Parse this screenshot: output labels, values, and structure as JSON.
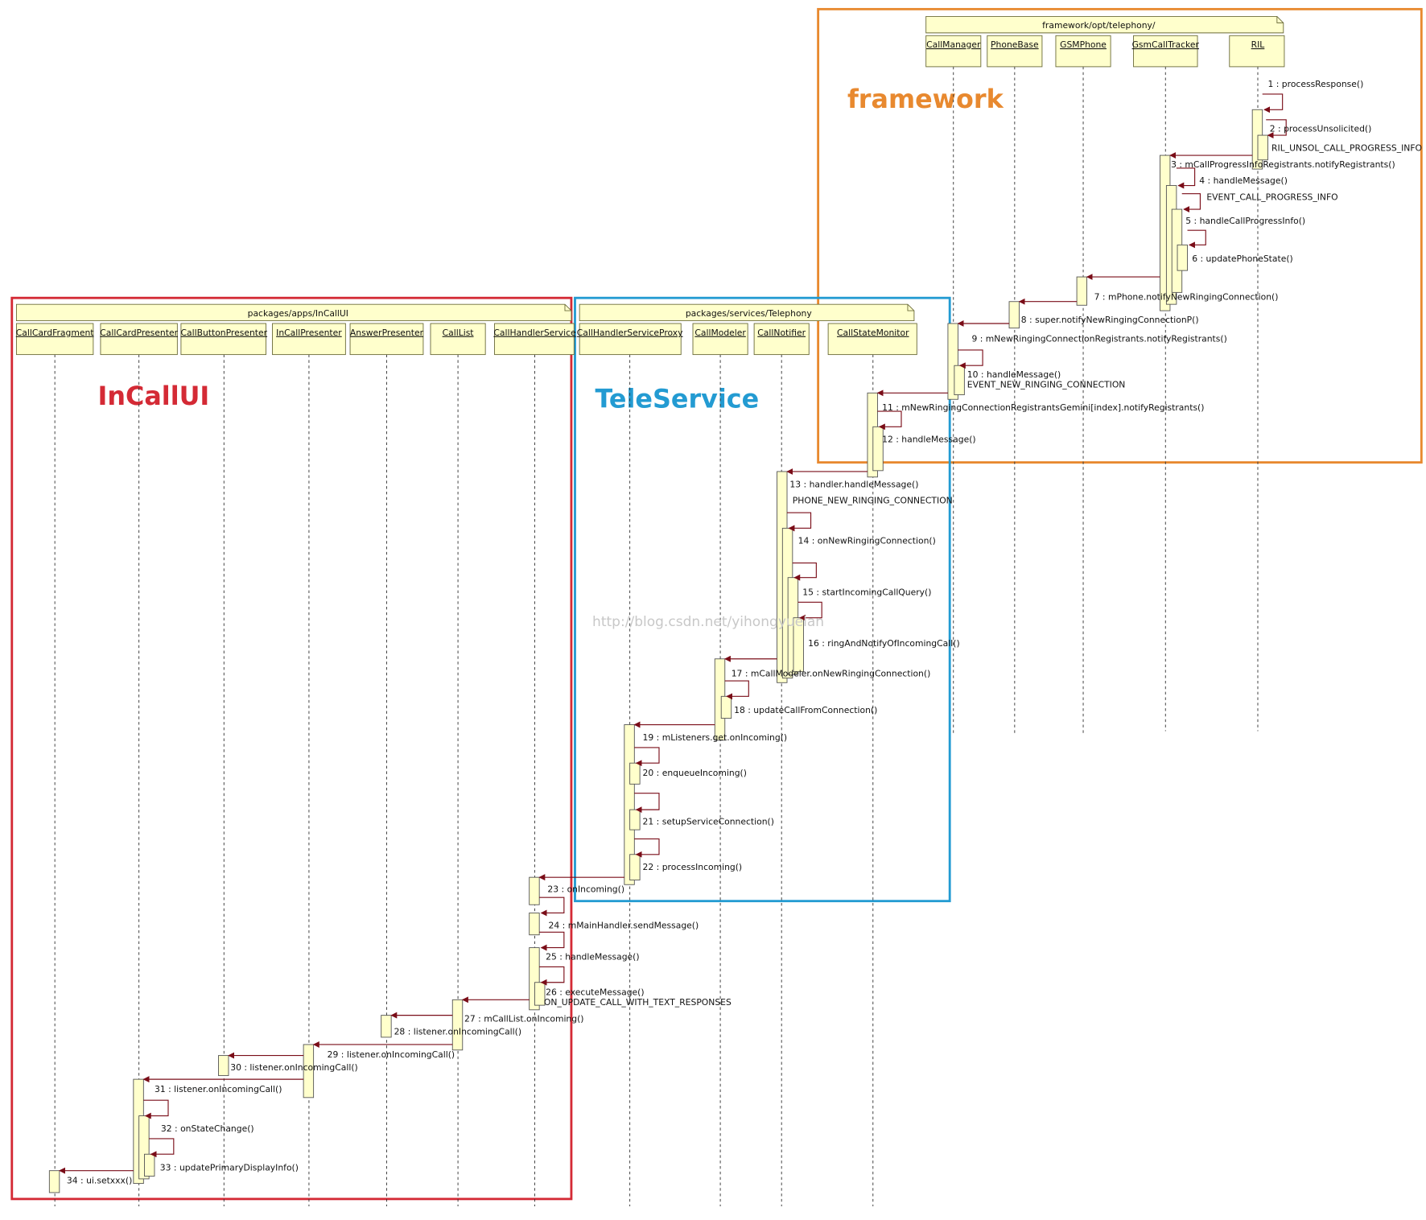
{
  "groups": [
    {
      "id": "framework",
      "title": "framework",
      "package": "framework/opt/telephony/",
      "color": "#E8892F"
    },
    {
      "id": "incallui",
      "title": "InCallUI",
      "package": "packages/apps/InCallUI",
      "color": "#D42A35"
    },
    {
      "id": "teleservice",
      "title": "TeleService",
      "package": "packages/services/Telephony",
      "color": "#239BD2"
    }
  ],
  "lifelines": [
    {
      "id": "callmanager",
      "name": "CallManager",
      "group": "framework"
    },
    {
      "id": "phonebase",
      "name": "PhoneBase",
      "group": "framework"
    },
    {
      "id": "gsmphone",
      "name": "GSMPhone",
      "group": "framework"
    },
    {
      "id": "gsmcalltracker",
      "name": "GsmCallTracker",
      "group": "framework"
    },
    {
      "id": "ril",
      "name": "RIL",
      "group": "framework"
    },
    {
      "id": "callcardfragment",
      "name": "CallCardFragment",
      "group": "incallui"
    },
    {
      "id": "callcardpresenter",
      "name": "CallCardPresenter",
      "group": "incallui"
    },
    {
      "id": "callbuttonpresenter",
      "name": "CallButtonPresenter",
      "group": "incallui"
    },
    {
      "id": "incallpresenter",
      "name": "InCallPresenter",
      "group": "incallui"
    },
    {
      "id": "answerpresenter",
      "name": "AnswerPresenter",
      "group": "incallui"
    },
    {
      "id": "calllist",
      "name": "CallList",
      "group": "incallui"
    },
    {
      "id": "callhandlerservice",
      "name": "CallHandlerService",
      "group": "incallui"
    },
    {
      "id": "callhandlerserviceproxy",
      "name": "CallHandlerServiceProxy",
      "group": "teleservice"
    },
    {
      "id": "callmodeler",
      "name": "CallModeler",
      "group": "teleservice"
    },
    {
      "id": "callnotifier",
      "name": "CallNotifier",
      "group": "teleservice"
    },
    {
      "id": "callstatemonitor",
      "name": "CallStateMonitor",
      "group": "teleservice"
    }
  ],
  "messages": [
    {
      "n": "1",
      "label": "1 : processResponse()",
      "from": "ril",
      "to": "ril"
    },
    {
      "n": "2",
      "label": "2 : processUnsolicited()",
      "note": "RIL_UNSOL_CALL_PROGRESS_INFO",
      "from": "ril",
      "to": "ril"
    },
    {
      "n": "3",
      "label": "3 : mCallProgressInfoRegistrants.notifyRegistrants()",
      "from": "ril",
      "to": "gsmcalltracker"
    },
    {
      "n": "4",
      "label": "4 : handleMessage()",
      "note": "EVENT_CALL_PROGRESS_INFO",
      "from": "gsmcalltracker",
      "to": "gsmcalltracker"
    },
    {
      "n": "5",
      "label": "5 : handleCallProgressInfo()",
      "from": "gsmcalltracker",
      "to": "gsmcalltracker"
    },
    {
      "n": "6",
      "label": "6 : updatePhoneState()",
      "from": "gsmcalltracker",
      "to": "gsmcalltracker"
    },
    {
      "n": "7",
      "label": "7 : mPhone.notifyNewRingingConnection()",
      "from": "gsmcalltracker",
      "to": "gsmphone"
    },
    {
      "n": "8",
      "label": "8 : super.notifyNewRingingConnectionP()",
      "from": "gsmphone",
      "to": "phonebase"
    },
    {
      "n": "9",
      "label": "9 : mNewRingingConnectionRegistrants.notifyRegistrants()",
      "from": "phonebase",
      "to": "callmanager"
    },
    {
      "n": "10",
      "label": "10 : handleMessage()",
      "note": "EVENT_NEW_RINGING_CONNECTION",
      "from": "callmanager",
      "to": "callmanager"
    },
    {
      "n": "11",
      "label": "11 : mNewRingingConnectionRegistrantsGemini[index].notifyRegistrants()",
      "from": "callmanager",
      "to": "callstatemonitor"
    },
    {
      "n": "12",
      "label": "12 : handleMessage()",
      "from": "callstatemonitor",
      "to": "callstatemonitor"
    },
    {
      "n": "13",
      "label": "13 : handler.handleMessage()",
      "note": "PHONE_NEW_RINGING_CONNECTION",
      "from": "callstatemonitor",
      "to": "callnotifier"
    },
    {
      "n": "14",
      "label": "14 : onNewRingingConnection()",
      "from": "callnotifier",
      "to": "callnotifier"
    },
    {
      "n": "15",
      "label": "15 : startIncomingCallQuery()",
      "from": "callnotifier",
      "to": "callnotifier"
    },
    {
      "n": "16",
      "label": "16 : ringAndNotifyOfIncomingCall()",
      "from": "callnotifier",
      "to": "callnotifier"
    },
    {
      "n": "17",
      "label": "17 : mCallModeler.onNewRingingConnection()",
      "from": "callnotifier",
      "to": "callmodeler"
    },
    {
      "n": "18",
      "label": "18 : updateCallFromConnection()",
      "from": "callmodeler",
      "to": "callmodeler"
    },
    {
      "n": "19",
      "label": "19 : mListeners.get.onIncoming()",
      "from": "callmodeler",
      "to": "callhandlerserviceproxy"
    },
    {
      "n": "20",
      "label": "20 : enqueueIncoming()",
      "from": "callhandlerserviceproxy",
      "to": "callhandlerserviceproxy"
    },
    {
      "n": "21",
      "label": "21 : setupServiceConnection()",
      "from": "callhandlerserviceproxy",
      "to": "callhandlerserviceproxy"
    },
    {
      "n": "22",
      "label": "22 : processIncoming()",
      "from": "callhandlerserviceproxy",
      "to": "callhandlerserviceproxy"
    },
    {
      "n": "23",
      "label": "23 : onIncoming()",
      "from": "callhandlerserviceproxy",
      "to": "callhandlerservice"
    },
    {
      "n": "24",
      "label": "24 : mMainHandler.sendMessage()",
      "from": "callhandlerservice",
      "to": "callhandlerservice"
    },
    {
      "n": "25",
      "label": "25 : handleMessage()",
      "from": "callhandlerservice",
      "to": "callhandlerservice"
    },
    {
      "n": "26",
      "label": "26 : executeMessage()",
      "note": "ON_UPDATE_CALL_WITH_TEXT_RESPONSES",
      "from": "callhandlerservice",
      "to": "callhandlerservice"
    },
    {
      "n": "27",
      "label": "27 : mCallList.onIncoming()",
      "from": "callhandlerservice",
      "to": "calllist"
    },
    {
      "n": "28",
      "label": "28 : listener.onIncomingCall()",
      "from": "calllist",
      "to": "answerpresenter"
    },
    {
      "n": "29",
      "label": "29 : listener.onIncomingCall()",
      "from": "calllist",
      "to": "incallpresenter"
    },
    {
      "n": "30",
      "label": "30 : listener.onIncomingCall()",
      "from": "incallpresenter",
      "to": "callbuttonpresenter"
    },
    {
      "n": "31",
      "label": "31 : listener.onIncomingCall()",
      "from": "incallpresenter",
      "to": "callcardpresenter"
    },
    {
      "n": "32",
      "label": "32 : onStateChange()",
      "from": "callcardpresenter",
      "to": "callcardpresenter"
    },
    {
      "n": "33",
      "label": "33 : updatePrimaryDisplayInfo()",
      "from": "callcardpresenter",
      "to": "callcardpresenter"
    },
    {
      "n": "34",
      "label": "34 : ui.setxxx()",
      "from": "callcardpresenter",
      "to": "callcardfragment"
    }
  ],
  "watermark": "http://blog.csdn.net/yihongyuelan"
}
